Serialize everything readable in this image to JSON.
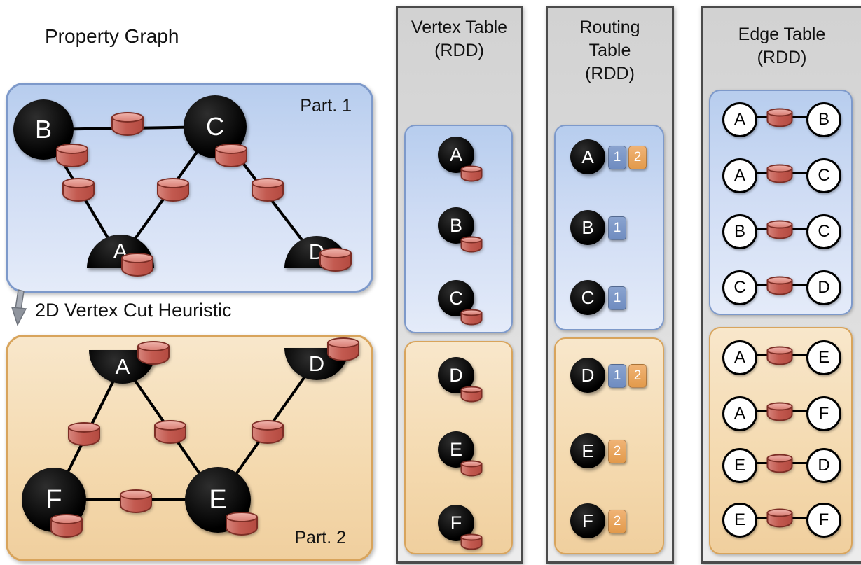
{
  "icons": {
    "property": "database-cylinder-icon",
    "heuristic": "down-arrow-icon"
  },
  "colors": {
    "partition1_fill": "#c9d9f2",
    "partition1_border": "#7d99ca",
    "partition2_fill": "#f6e0bd",
    "partition2_border": "#d8a45c",
    "column_fill": "#dadada",
    "column_border": "#4b4b4b",
    "cylinder_body": "#c2574d",
    "cylinder_top": "#e5a29a",
    "badge_blue": "#7b96c6",
    "badge_orange": "#eaa55e",
    "node_fill": "#000000",
    "node_text": "#ffffff"
  },
  "property_graph": {
    "title": "Property Graph",
    "heuristic_label": "2D Vertex Cut Heuristic",
    "partitions": [
      {
        "label": "Part. 1",
        "vertices": [
          "B",
          "C",
          "A",
          "D"
        ],
        "edges": [
          [
            "B",
            "C"
          ],
          [
            "B",
            "A"
          ],
          [
            "C",
            "A"
          ],
          [
            "C",
            "D"
          ]
        ]
      },
      {
        "label": "Part. 2",
        "vertices": [
          "A",
          "D",
          "F",
          "E"
        ],
        "edges": [
          [
            "A",
            "F"
          ],
          [
            "A",
            "E"
          ],
          [
            "E",
            "D"
          ],
          [
            "E",
            "F"
          ]
        ]
      }
    ]
  },
  "vertex_table": {
    "title_line1": "Vertex Table",
    "title_line2": "(RDD)",
    "partitions": [
      {
        "vertices": [
          "A",
          "B",
          "C"
        ]
      },
      {
        "vertices": [
          "D",
          "E",
          "F"
        ]
      }
    ]
  },
  "routing_table": {
    "title_line1": "Routing",
    "title_line2": "Table",
    "title_line3": "(RDD)",
    "partitions": [
      {
        "rows": [
          {
            "vertex": "A",
            "badges": [
              {
                "value": "1",
                "color": "blue"
              },
              {
                "value": "2",
                "color": "orange"
              }
            ]
          },
          {
            "vertex": "B",
            "badges": [
              {
                "value": "1",
                "color": "blue"
              }
            ]
          },
          {
            "vertex": "C",
            "badges": [
              {
                "value": "1",
                "color": "blue"
              }
            ]
          }
        ]
      },
      {
        "rows": [
          {
            "vertex": "D",
            "badges": [
              {
                "value": "1",
                "color": "blue"
              },
              {
                "value": "2",
                "color": "orange"
              }
            ]
          },
          {
            "vertex": "E",
            "badges": [
              {
                "value": "2",
                "color": "orange"
              }
            ]
          },
          {
            "vertex": "F",
            "badges": [
              {
                "value": "2",
                "color": "orange"
              }
            ]
          }
        ]
      }
    ]
  },
  "edge_table": {
    "title_line1": "Edge Table",
    "title_line2": "(RDD)",
    "partitions": [
      {
        "edges": [
          {
            "src": "A",
            "dst": "B"
          },
          {
            "src": "A",
            "dst": "C"
          },
          {
            "src": "B",
            "dst": "C"
          },
          {
            "src": "C",
            "dst": "D"
          }
        ]
      },
      {
        "edges": [
          {
            "src": "A",
            "dst": "E"
          },
          {
            "src": "A",
            "dst": "F"
          },
          {
            "src": "E",
            "dst": "D"
          },
          {
            "src": "E",
            "dst": "F"
          }
        ]
      }
    ]
  }
}
